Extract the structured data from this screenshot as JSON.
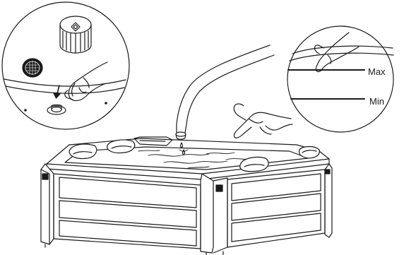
{
  "figure": {
    "type": "hot tub water filling instruction illustration",
    "stroke_color": "#1a1a1a",
    "background_color": "#ffffff"
  },
  "level_callout": {
    "max_label": "Max",
    "min_label": "Min"
  },
  "filter_callout": {
    "icons": [
      "filter-cartridge-icon",
      "filter-cover-icon",
      "down-arrow-icon",
      "filter-port-icon",
      "hand-icon"
    ]
  },
  "main_scene": {
    "icons": [
      "hose-icon",
      "water-drop-icon",
      "pointing-hand-icon",
      "hot-tub-icon",
      "pillow-icon",
      "logo-badge-icon"
    ]
  }
}
